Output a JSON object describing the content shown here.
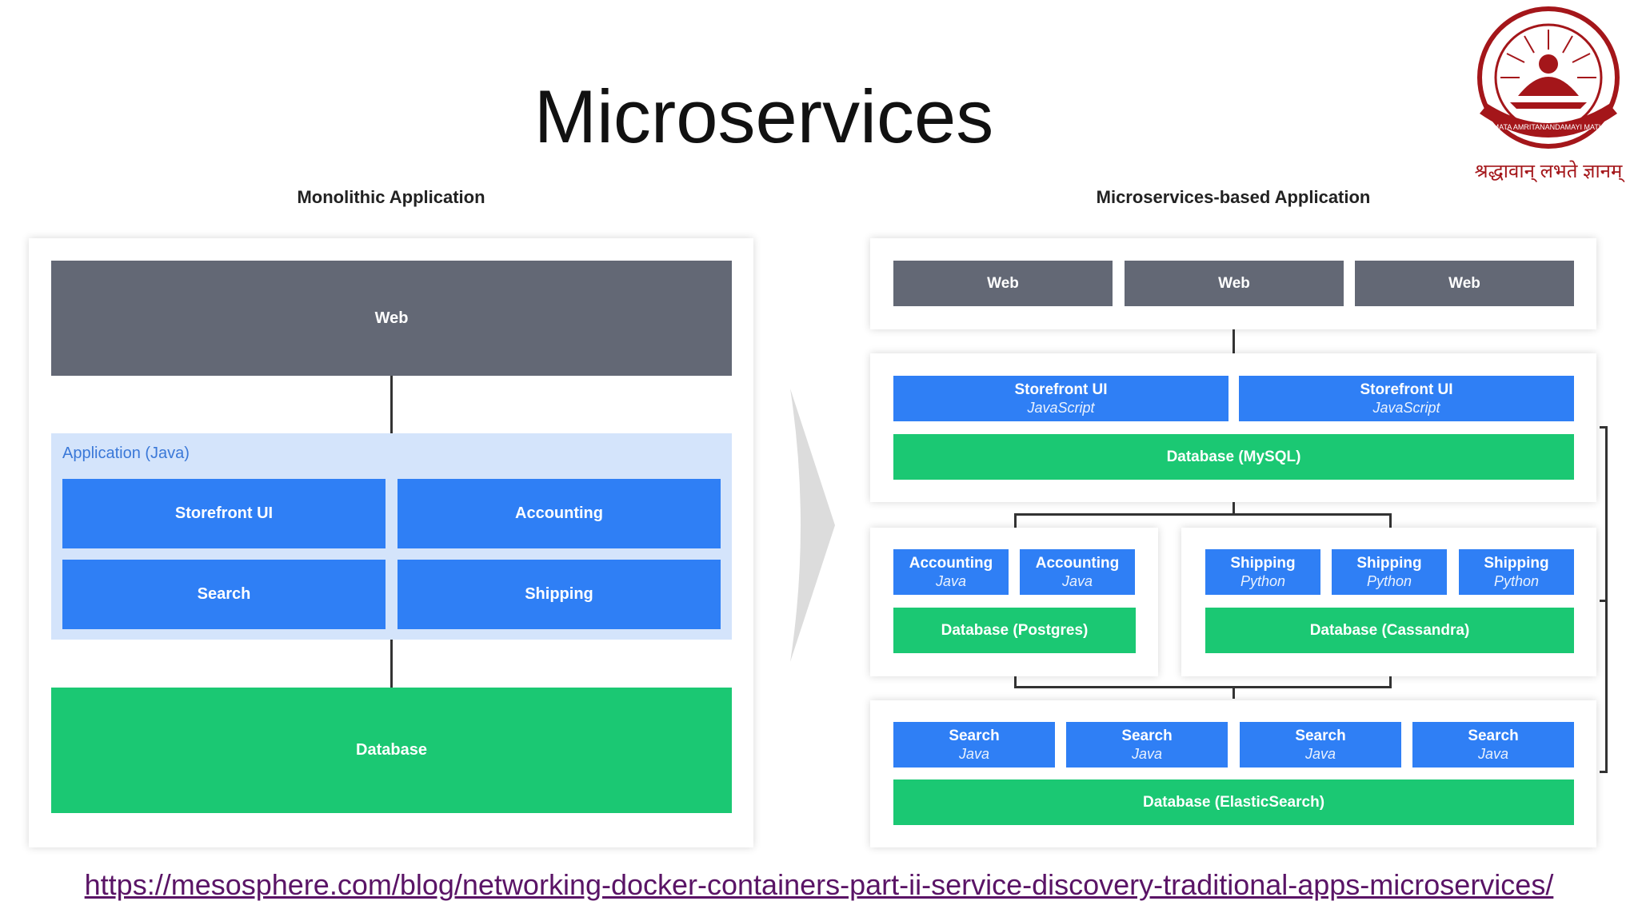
{
  "title": "Microservices",
  "logo": {
    "name": "institution-emblem",
    "seal_text": "MATA AMRITANANDAMAYI MATH",
    "motto": "श्रद्धावान् लभते ज्ञानम्"
  },
  "monolithic": {
    "heading": "Monolithic Application",
    "web": "Web",
    "app_label": "Application (Java)",
    "modules": [
      "Storefront UI",
      "Accounting",
      "Search",
      "Shipping"
    ],
    "database": "Database"
  },
  "microservices": {
    "heading": "Microservices-based Application",
    "web": [
      "Web",
      "Web",
      "Web"
    ],
    "storefront": [
      {
        "name": "Storefront UI",
        "lang": "JavaScript"
      },
      {
        "name": "Storefront UI",
        "lang": "JavaScript"
      }
    ],
    "storefront_db": "Database (MySQL)",
    "accounting": [
      {
        "name": "Accounting",
        "lang": "Java"
      },
      {
        "name": "Accounting",
        "lang": "Java"
      }
    ],
    "accounting_db": "Database (Postgres)",
    "shipping": [
      {
        "name": "Shipping",
        "lang": "Python"
      },
      {
        "name": "Shipping",
        "lang": "Python"
      },
      {
        "name": "Shipping",
        "lang": "Python"
      }
    ],
    "shipping_db": "Database (Cassandra)",
    "search": [
      {
        "name": "Search",
        "lang": "Java"
      },
      {
        "name": "Search",
        "lang": "Java"
      },
      {
        "name": "Search",
        "lang": "Java"
      },
      {
        "name": "Search",
        "lang": "Java"
      }
    ],
    "search_db": "Database (ElasticSearch)"
  },
  "link": "https://mesosphere.com/blog/networking-docker-containers-part-ii-service-discovery-traditional-apps-microservices/",
  "colors": {
    "web": "#636875",
    "service": "#2f7ff5",
    "database": "#1bc873",
    "app_bg": "#d4e4fb",
    "link": "#5a1466",
    "logo": "#a4161a"
  }
}
